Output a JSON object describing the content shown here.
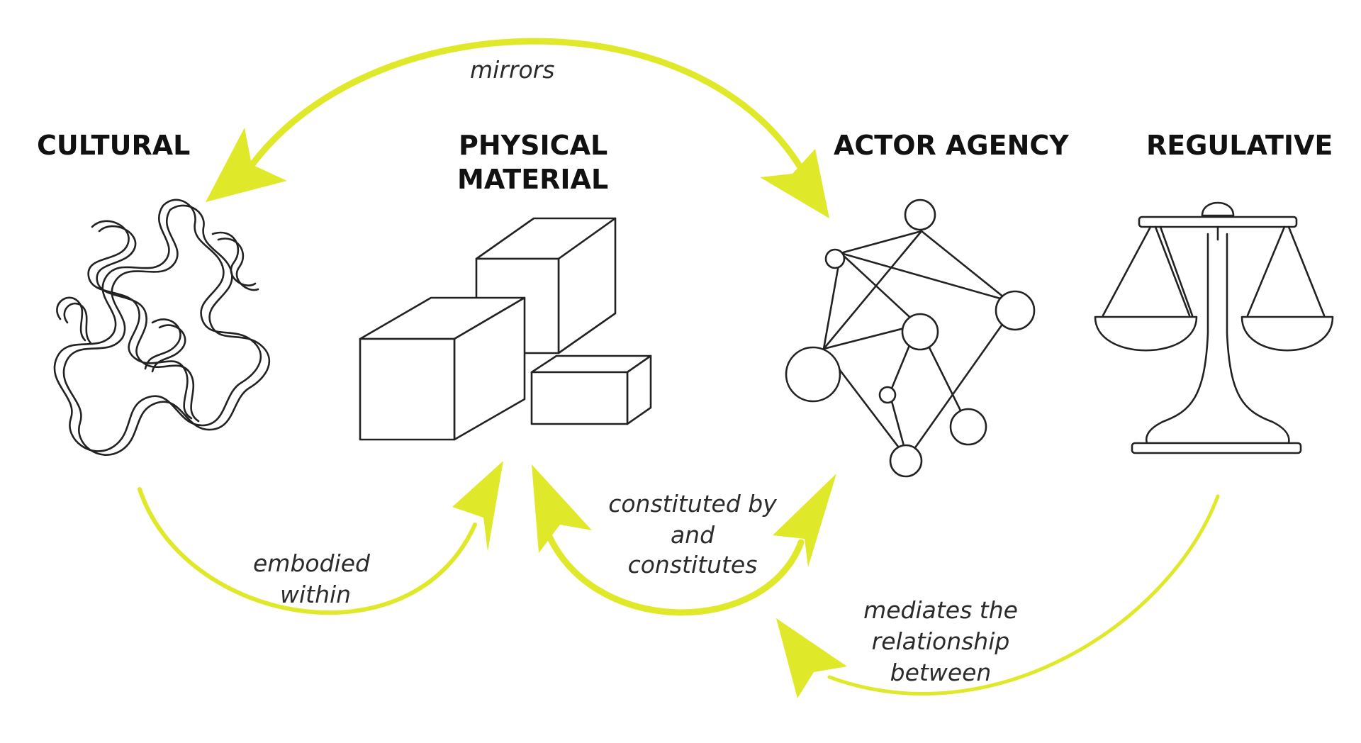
{
  "concepts": {
    "cultural": "CULTURAL",
    "physical_line1": "PHYSICAL",
    "physical_line2": "MATERIAL",
    "actor_agency": "ACTOR AGENCY",
    "regulative": "REGULATIVE"
  },
  "relations": {
    "mirrors": "mirrors",
    "embodied_line1": "embodied",
    "embodied_line2": "within",
    "constituted_line1": "constituted by",
    "constituted_line2": "and",
    "constituted_line3": "constitutes",
    "mediates_line1": "mediates the",
    "mediates_line2": "relationship",
    "mediates_line3": "between"
  },
  "icons": {
    "cultural": "tangled-squiggle-icon",
    "physical": "boxes-icon",
    "actor_agency": "network-graph-icon",
    "regulative": "balance-scale-icon"
  },
  "colors": {
    "arrow": "#dfe829",
    "ink": "#222222",
    "text": "#111111"
  }
}
